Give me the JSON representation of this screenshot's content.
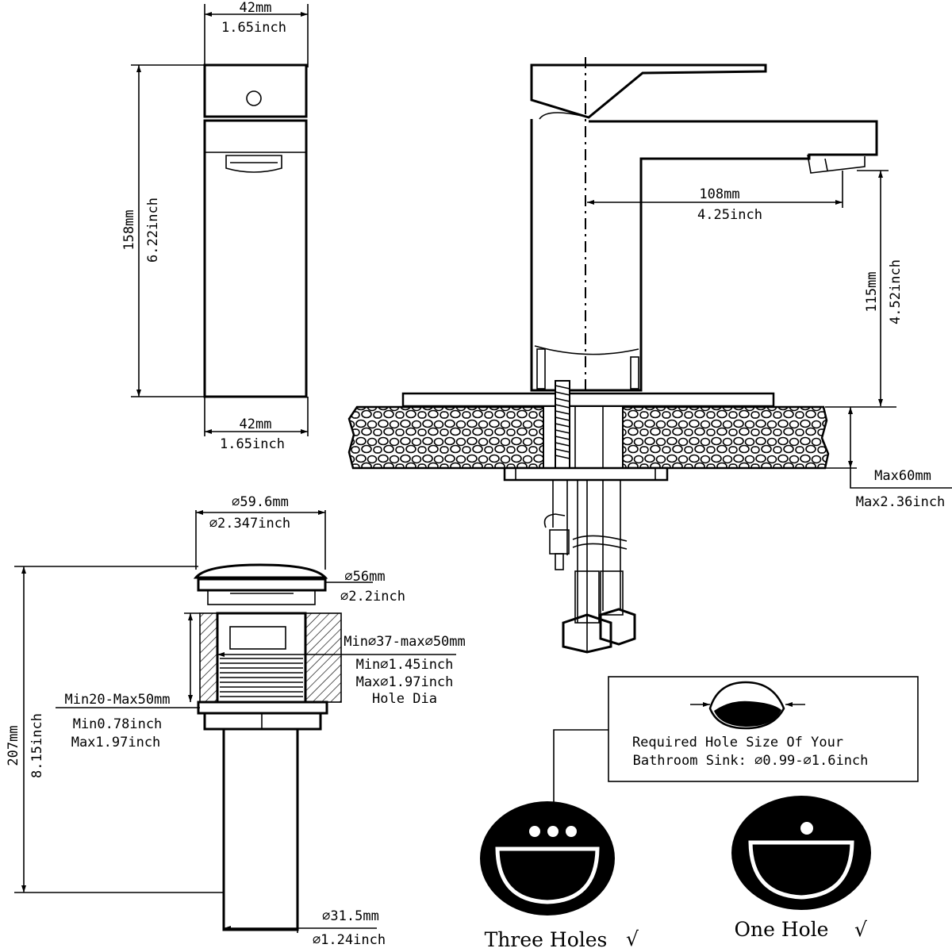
{
  "side_view": {
    "top_width_mm": "42mm",
    "top_width_inch": "1.65inch",
    "height_mm": "158mm",
    "height_inch": "6.22inch",
    "bottom_width_mm": "42mm",
    "bottom_width_inch": "1.65inch"
  },
  "front_view": {
    "spout_reach_mm": "108mm",
    "spout_reach_inch": "4.25inch",
    "spout_height_mm": "115mm",
    "spout_height_inch": "4.52inch",
    "counter_max_mm": "Max60mm",
    "counter_max_inch": "Max2.36inch"
  },
  "drain": {
    "cap_dia_mm": "⌀59.6mm",
    "cap_dia_inch": "⌀2.347inch",
    "flange_dia_mm": "⌀56mm",
    "flange_dia_inch": "⌀2.2inch",
    "hole_range_mm": "Min⌀37-max⌀50mm",
    "hole_min_inch": "Min⌀1.45inch",
    "hole_max_inch": "Max⌀1.97inch",
    "hole_label": "Hole Dia",
    "thickness_mm": "Min20-Max50mm",
    "thickness_min_inch": "Min0.78inch",
    "thickness_max_inch": "Max1.97inch",
    "height_mm": "207mm",
    "height_inch": "8.15inch",
    "tail_dia_mm": "⌀31.5mm",
    "tail_dia_inch": "⌀1.24inch"
  },
  "hole_note": {
    "line1": "Required Hole Size Of Your",
    "line2": "Bathroom Sink: ⌀0.99-⌀1.6inch"
  },
  "sinks": {
    "three_label": "Three Holes",
    "one_label": "One Hole",
    "check": "√"
  }
}
